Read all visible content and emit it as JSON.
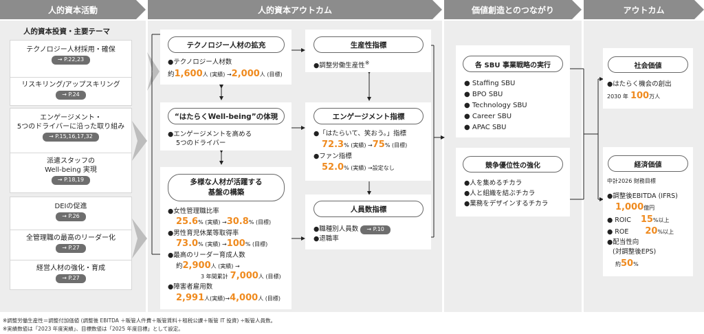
{
  "columns": [
    "人的資本活動",
    "人的資本アウトカム",
    "価値創造とのつながり",
    "アウトカム"
  ],
  "left": {
    "title": "人的資本投資・主要テーマ",
    "items": [
      {
        "label": "テクノロジー人材採用・確保",
        "ref": "→ P.22,23"
      },
      {
        "label": "リスキリング/アップスキリング",
        "ref": "→ P.24"
      },
      {
        "label_line1": "エンゲージメント・",
        "label_line2": "5つのドライバーに沿った取り組み",
        "ref": "→ P.15,16,17,32"
      },
      {
        "label_line1": "派遣スタッフの",
        "label_line2": "Well-being 実現",
        "ref": "→ P.18,19"
      },
      {
        "label": "DEIの促進",
        "ref": "→ P.26"
      },
      {
        "label": "全管理職の最高のリーダー化",
        "ref": "→ P.27"
      },
      {
        "label": "経営人材の強化・育成",
        "ref": "→ P.27"
      }
    ]
  },
  "mid_left": {
    "tech": {
      "title": "テクノロジー人材の拡充",
      "item": "●テクノロジー人材数",
      "pre": "約",
      "v1": "1,600",
      "u1": "人 (実績) →",
      "v2": "2,000",
      "u2": "人 (目標)"
    },
    "wellbeing": {
      "title": "“はたらくWell-being”の体現",
      "line1": "●エンゲージメントを高める",
      "line2": "5つのドライバー"
    },
    "diverse": {
      "title_line1": "多様な人材が活躍する",
      "title_line2": "基盤の構築",
      "women": {
        "label": "●女性管理職比率",
        "v1": "25.6",
        "u1": "% (実績) →",
        "v2": "30.8",
        "u2": "% (目標)"
      },
      "leave": {
        "label": "●男性育児休業等取得率",
        "v1": "73.0",
        "u1": "% (実績) →",
        "v2": "100",
        "u2": "% (目標)"
      },
      "leader": {
        "label": "●最高のリーダー育成人数",
        "pre": "約",
        "v1": "2,900",
        "u1": "人 (実績) →",
        "pre2": "3 年間累計",
        "v2": "7,000",
        "u2": "人 (目標)"
      },
      "disab": {
        "label": "●障害者雇用数",
        "v1": "2,991",
        "u1": "人(実績)→",
        "v2": "4,000",
        "u2": "人 (目標)"
      }
    }
  },
  "mid_right": {
    "prod": {
      "title": "生産性指標",
      "item": "●調整労働生産性",
      "mark": "※"
    },
    "eng": {
      "title": "エンゲージメント指標",
      "item1": "●「はたらいて、笑おう。」指標",
      "v1": "72.3",
      "u1": "% (実績) →",
      "v2": "75",
      "u2": "% (目標)",
      "item2": "●ファン指標",
      "v3": "52.0",
      "u3": "% (実績) →設定なし"
    },
    "people": {
      "title": "人員数指標",
      "item1": "●職種別人員数",
      "ref": "→ P.10",
      "item2": "●退職率"
    }
  },
  "value": {
    "sbu": {
      "title": "各 SBU 事業戦略の実行",
      "items": [
        "● Staffing SBU",
        "● BPO SBU",
        "● Technology SBU",
        "● Career SBU",
        "● APAC SBU"
      ]
    },
    "comp": {
      "title": "競争優位性の強化",
      "items": [
        "●人を集めるチカラ",
        "●人と組織を結ぶチカラ",
        "●業務をデザインするチカラ"
      ]
    }
  },
  "outcome": {
    "social": {
      "title": "社会価値",
      "item": "●はたらく機会の創出",
      "pre": "2030 年",
      "v": "100",
      "u": "万人"
    },
    "econ": {
      "title": "経済価値",
      "sub": "中計2026 財務目標",
      "ebitda": "●調整後EBITDA (IFRS)",
      "ebitda_v": "1,000",
      "ebitda_u": "億円",
      "roic": "● ROIC",
      "roic_v": "15",
      "roic_u": "%以上",
      "roe": "● ROE",
      "roe_v": "20",
      "roe_u": "%以上",
      "div1": "●配当性向",
      "div2": "(対調整後EPS)",
      "div_pre": "約",
      "div_v": "50",
      "div_u": "%"
    }
  },
  "footnotes": [
    "※調整労働生産性＝調整付加価値 (調整後 EBITDA ＋販管人件費＋販管賃料＋租税公課＋販管 IT 投資) ÷販管人員数。",
    "※実績数値は「2023 年度実績」、目標数値は「2025 年度目標」として設定。"
  ],
  "colors": {
    "accent": "#ef8a1e",
    "header": "#8c8c8c",
    "panel": "#ededed",
    "ref": "#6e6e6e"
  }
}
